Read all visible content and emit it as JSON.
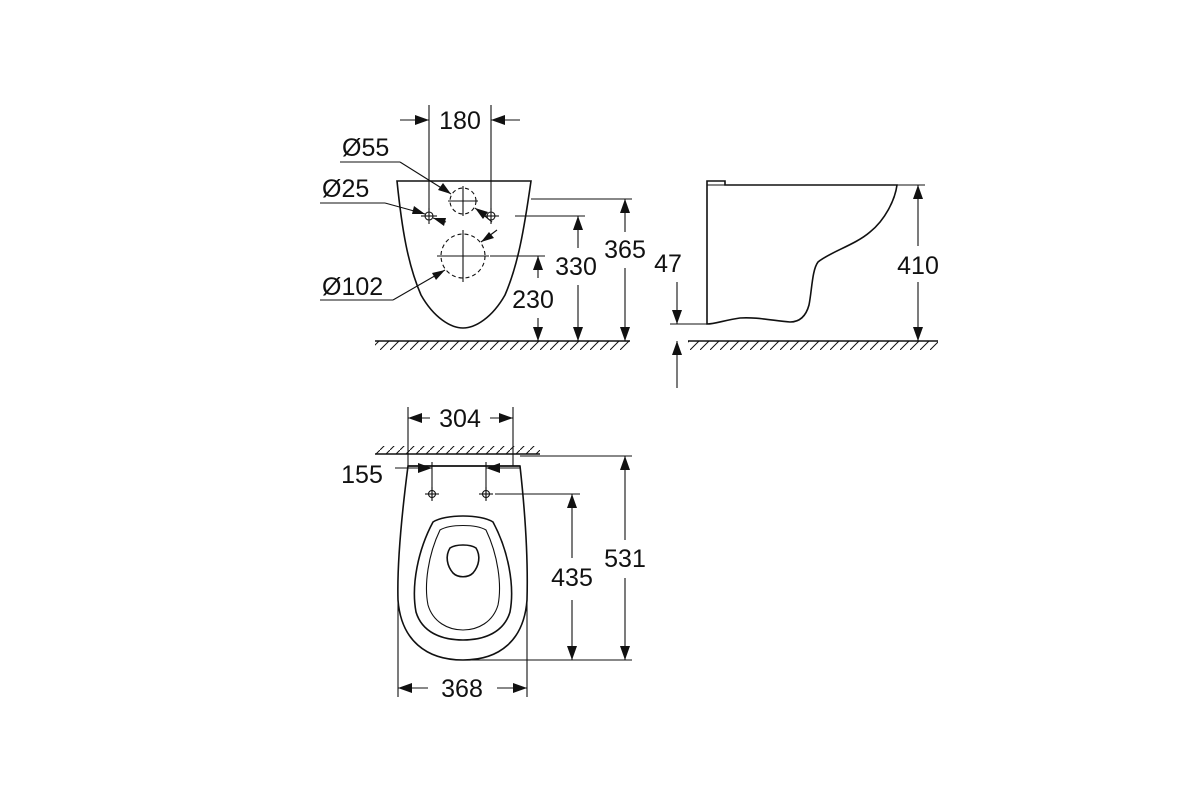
{
  "front_view": {
    "hole_spacing": "180",
    "flush_inlet_diameter": "Ø55",
    "fixing_hole_diameter": "Ø25",
    "outlet_diameter": "Ø102",
    "outlet_height": "230",
    "fixing_height": "330",
    "top_height": "365"
  },
  "side_view": {
    "floor_clearance": "47",
    "total_height": "410"
  },
  "top_view": {
    "fixing_width": "304",
    "seat_hole_spacing": "155",
    "seat_hole_depth": "435",
    "projection": "531",
    "bowl_width": "368"
  }
}
